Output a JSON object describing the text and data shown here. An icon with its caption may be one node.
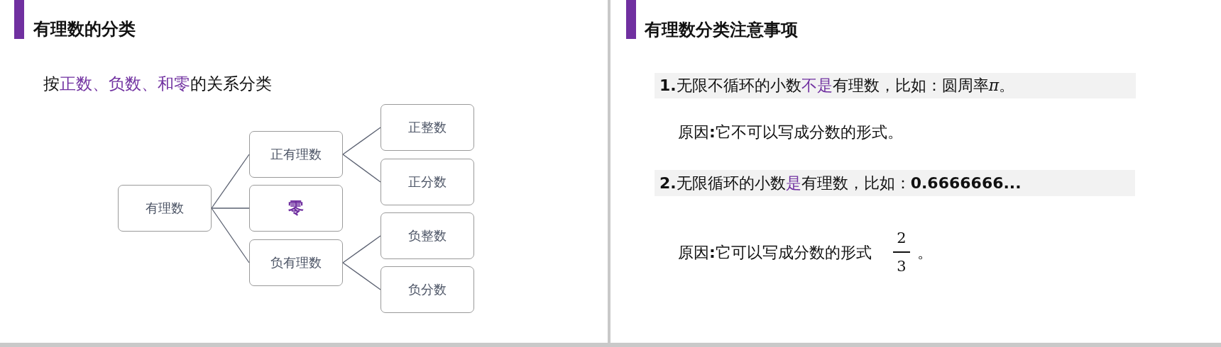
{
  "diagram": {
    "nodes": [
      {
        "text": [
          "有理数"
        ]
      },
      {
        "text": [
          "正有理数"
        ]
      },
      {
        "text": [
          "零"
        ]
      },
      {
        "text": [
          "负有理数"
        ]
      },
      {
        "text": [
          "正整数"
        ]
      },
      {
        "text": [
          "正分数"
        ]
      },
      {
        "text": [
          "负整数"
        ]
      },
      {
        "text": [
          "负分数"
        ]
      }
    ],
    "edges": [
      {
        "from": 0,
        "to": 1,
        "arrow": "none"
      },
      {
        "from": 0,
        "to": 2,
        "arrow": "none"
      },
      {
        "from": 0,
        "to": 3,
        "arrow": "none"
      },
      {
        "from": 1,
        "to": 4,
        "arrow": "none"
      },
      {
        "from": 1,
        "to": 5,
        "arrow": "none"
      },
      {
        "from": 3,
        "to": 6,
        "arrow": "none"
      },
      {
        "from": 3,
        "to": 7,
        "arrow": "none"
      }
    ],
    "labels": [
      "有理数的分类",
      "按正数、负数、和零的关系分类",
      "有理数分类注意事项",
      "**1.**无限不循环的小数不是有理数，比如：圆周率π。",
      "原因**:**它不可以写成分数的形式。",
      "**2.**无限循环的小数是有理数，比如：**0.6666666...**",
      "原因**:**它可以写成分数的形式",
      "2",
      "3",
      "。"
    ]
  }
}
